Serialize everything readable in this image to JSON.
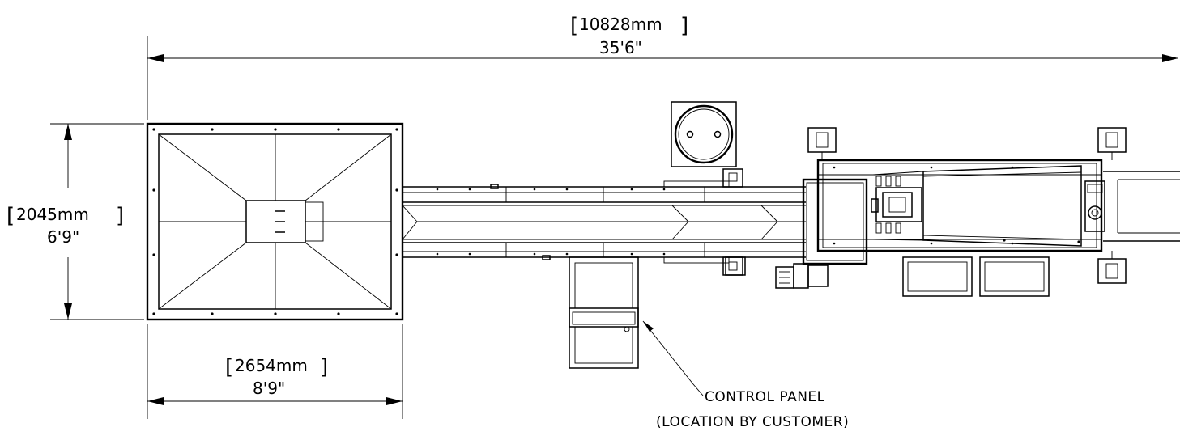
{
  "dimensions": {
    "overall_length": {
      "metric": "10828mm",
      "imperial": "35'6\""
    },
    "hopper_height": {
      "metric": "2045mm",
      "imperial": "6'9\""
    },
    "hopper_width": {
      "metric": "2654mm",
      "imperial": "8'9\""
    }
  },
  "callouts": {
    "control_panel": {
      "line1": "CONTROL PANEL",
      "line2": "(LOCATION BY CUSTOMER)"
    }
  },
  "colors": {
    "ink": "#000000",
    "paper": "#ffffff"
  }
}
